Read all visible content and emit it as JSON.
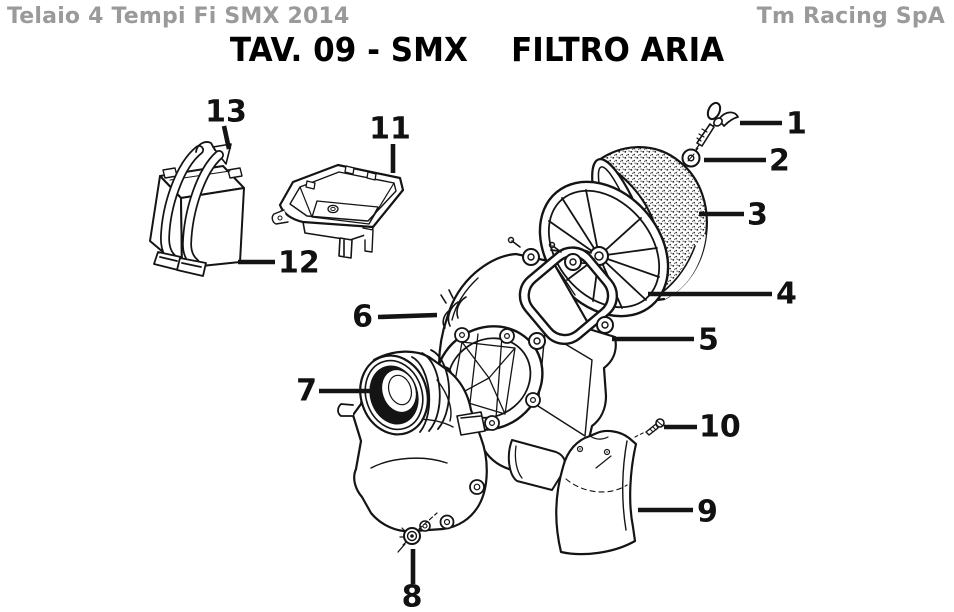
{
  "header": {
    "left": "Telaio 4 Tempi Fi SMX 2014",
    "right": "Tm Racing SpA"
  },
  "title": "TAV. 09 - SMX    FILTRO ARIA",
  "colors": {
    "ink": "#141414",
    "header_text": "#9a9a9a",
    "background": "#ffffff"
  },
  "callouts": [
    {
      "label": "1",
      "part": "wing-bolt"
    },
    {
      "label": "2",
      "part": "washer"
    },
    {
      "label": "3",
      "part": "air-filter-foam-element"
    },
    {
      "label": "4",
      "part": "filter-cage"
    },
    {
      "label": "5",
      "part": "filter-frame-seal"
    },
    {
      "label": "6",
      "part": "airbox-body"
    },
    {
      "label": "7",
      "part": "intake-boot"
    },
    {
      "label": "8",
      "part": "mounting-nut"
    },
    {
      "label": "9",
      "part": "splash-guard-flap"
    },
    {
      "label": "10",
      "part": "screw"
    },
    {
      "label": "11",
      "part": "battery-tray"
    },
    {
      "label": "12",
      "part": "battery"
    },
    {
      "label": "13",
      "part": "battery-straps"
    }
  ]
}
